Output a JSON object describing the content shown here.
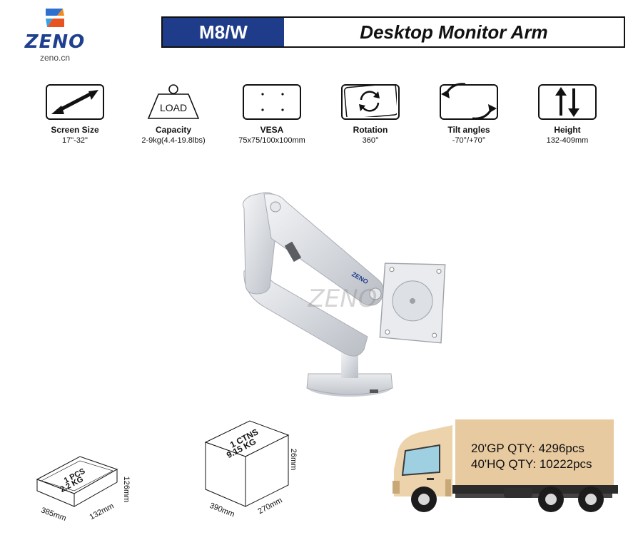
{
  "logo": {
    "brand": "ZENO",
    "site": "zeno.cn"
  },
  "header": {
    "model": "M8/W",
    "title": "Desktop Monitor Arm"
  },
  "specs": [
    {
      "icon": "screen-size-arrow-icon",
      "label": "Screen Size",
      "value": "17\"-32\""
    },
    {
      "icon": "load-weight-icon",
      "label": "Capacity",
      "value": "2-9kg(4.4-19.8lbs)",
      "icon_text": "LOAD"
    },
    {
      "icon": "vesa-holes-icon",
      "label": "VESA",
      "value": "75x75/100x100mm"
    },
    {
      "icon": "rotation-icon",
      "label": "Rotation",
      "value": "360°"
    },
    {
      "icon": "tilt-icon",
      "label": "Tilt angles",
      "value": "-70°/+70°"
    },
    {
      "icon": "height-arrows-icon",
      "label": "Height",
      "value": "132-409mm"
    }
  ],
  "product": {
    "watermark": "ZENO",
    "badge": "ZENO"
  },
  "inner_box": {
    "qty": "1 PCS",
    "weight": "2.2 KG",
    "length": "385mm",
    "width": "132mm",
    "height": "126mm"
  },
  "carton": {
    "qty": "1 CTNS",
    "weight": "9.15 KG",
    "length": "390mm",
    "width": "270mm",
    "height": "26mm"
  },
  "container": {
    "gp20": "20'GP QTY:  4296pcs",
    "hq40": "40'HQ QTY:  10222pcs"
  },
  "colors": {
    "brand_blue": "#1f3c8a",
    "cargo": "#e8caa0",
    "cab": "#ecd3ab"
  }
}
